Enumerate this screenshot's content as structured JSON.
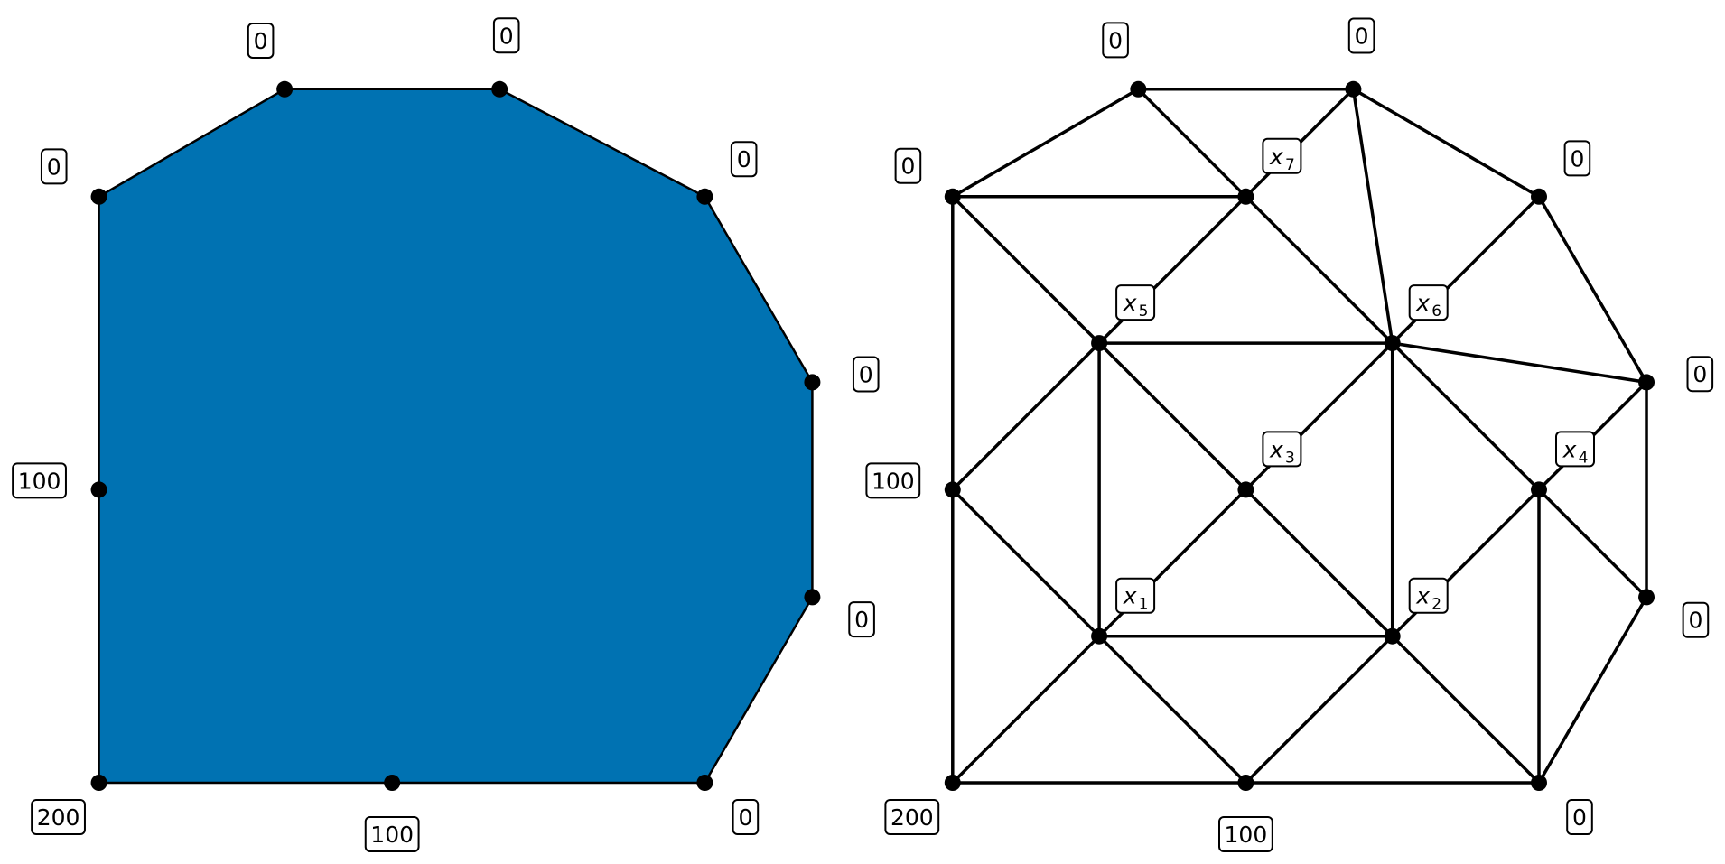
{
  "colors": {
    "fill": "#0072b2",
    "stroke": "#000000",
    "label_bg": "#ffffff"
  },
  "left_panel": {
    "polygon_vertices": [
      [
        0,
        0
      ],
      [
        2,
        0
      ],
      [
        4,
        0
      ],
      [
        5.1,
        1.9
      ],
      [
        5.1,
        4.1
      ],
      [
        4,
        6
      ],
      [
        1.9,
        7.1
      ],
      [
        -0.3,
        7.1
      ],
      [
        -2.2,
        6
      ],
      [
        -2.2,
        3
      ],
      [
        -2.2,
        0
      ]
    ],
    "boundary_points": [
      {
        "pos": [
          -2.2,
          0
        ],
        "label": "200"
      },
      {
        "pos": [
          0.8,
          0
        ],
        "label": "100"
      },
      {
        "pos": [
          4,
          0
        ],
        "label": "0"
      },
      {
        "pos": [
          5.1,
          1.9
        ],
        "label": "0"
      },
      {
        "pos": [
          5.1,
          4.1
        ],
        "label": "0"
      },
      {
        "pos": [
          4,
          6
        ],
        "label": "0"
      },
      {
        "pos": [
          1.9,
          7.1
        ],
        "label": "0"
      },
      {
        "pos": [
          -0.3,
          7.1
        ],
        "label": "0"
      },
      {
        "pos": [
          -2.2,
          6
        ],
        "label": "0"
      },
      {
        "pos": [
          -2.2,
          3
        ],
        "label": "100"
      }
    ]
  },
  "right_panel": {
    "boundary_points": [
      {
        "pos": [
          0,
          0
        ],
        "label": "200"
      },
      {
        "pos": [
          3,
          0
        ],
        "label": "100"
      },
      {
        "pos": [
          6,
          0
        ],
        "label": "0"
      },
      {
        "pos": [
          7.1,
          1.9
        ],
        "label": "0"
      },
      {
        "pos": [
          7.1,
          4.1
        ],
        "label": "0"
      },
      {
        "pos": [
          6,
          6
        ],
        "label": "0"
      },
      {
        "pos": [
          4.1,
          7.1
        ],
        "label": "0"
      },
      {
        "pos": [
          1.9,
          7.1
        ],
        "label": "0"
      },
      {
        "pos": [
          0,
          6
        ],
        "label": "0"
      },
      {
        "pos": [
          0,
          3
        ],
        "label": "100"
      }
    ],
    "interior_points": [
      {
        "pos": [
          1.5,
          1.5
        ],
        "label": "x",
        "sub": "1"
      },
      {
        "pos": [
          4.5,
          1.5
        ],
        "label": "x",
        "sub": "2"
      },
      {
        "pos": [
          3,
          3
        ],
        "label": "x",
        "sub": "3"
      },
      {
        "pos": [
          6,
          3
        ],
        "label": "x",
        "sub": "4"
      },
      {
        "pos": [
          1.5,
          4.5
        ],
        "label": "x",
        "sub": "5"
      },
      {
        "pos": [
          4.5,
          4.5
        ],
        "label": "x",
        "sub": "6"
      },
      {
        "pos": [
          3,
          6
        ],
        "label": "x",
        "sub": "7"
      }
    ],
    "edges": [
      [
        [
          0,
          0
        ],
        [
          3,
          0
        ]
      ],
      [
        [
          3,
          0
        ],
        [
          6,
          0
        ]
      ],
      [
        [
          6,
          0
        ],
        [
          7.1,
          1.9
        ]
      ],
      [
        [
          7.1,
          1.9
        ],
        [
          7.1,
          4.1
        ]
      ],
      [
        [
          7.1,
          4.1
        ],
        [
          6,
          6
        ]
      ],
      [
        [
          6,
          6
        ],
        [
          4.1,
          7.1
        ]
      ],
      [
        [
          4.1,
          7.1
        ],
        [
          1.9,
          7.1
        ]
      ],
      [
        [
          1.9,
          7.1
        ],
        [
          0,
          6
        ]
      ],
      [
        [
          0,
          6
        ],
        [
          0,
          3
        ]
      ],
      [
        [
          0,
          3
        ],
        [
          0,
          0
        ]
      ],
      [
        [
          0,
          0
        ],
        [
          1.5,
          1.5
        ]
      ],
      [
        [
          0,
          3
        ],
        [
          1.5,
          1.5
        ]
      ],
      [
        [
          3,
          0
        ],
        [
          1.5,
          1.5
        ]
      ],
      [
        [
          1.5,
          1.5
        ],
        [
          3,
          3
        ]
      ],
      [
        [
          1.5,
          1.5
        ],
        [
          4.5,
          1.5
        ]
      ],
      [
        [
          1.5,
          1.5
        ],
        [
          1.5,
          4.5
        ]
      ],
      [
        [
          3,
          0
        ],
        [
          4.5,
          1.5
        ]
      ],
      [
        [
          6,
          0
        ],
        [
          4.5,
          1.5
        ]
      ],
      [
        [
          4.5,
          1.5
        ],
        [
          6,
          3
        ]
      ],
      [
        [
          4.5,
          1.5
        ],
        [
          3,
          3
        ]
      ],
      [
        [
          4.5,
          1.5
        ],
        [
          4.5,
          4.5
        ]
      ],
      [
        [
          6,
          0
        ],
        [
          6,
          3
        ]
      ],
      [
        [
          6,
          3
        ],
        [
          7.1,
          1.9
        ]
      ],
      [
        [
          6,
          3
        ],
        [
          7.1,
          4.1
        ]
      ],
      [
        [
          6,
          3
        ],
        [
          4.5,
          4.5
        ]
      ],
      [
        [
          0,
          3
        ],
        [
          1.5,
          4.5
        ]
      ],
      [
        [
          3,
          3
        ],
        [
          1.5,
          4.5
        ]
      ],
      [
        [
          3,
          3
        ],
        [
          4.5,
          4.5
        ]
      ],
      [
        [
          1.5,
          4.5
        ],
        [
          4.5,
          4.5
        ]
      ],
      [
        [
          1.5,
          4.5
        ],
        [
          0,
          6
        ]
      ],
      [
        [
          1.5,
          4.5
        ],
        [
          3,
          6
        ]
      ],
      [
        [
          4.5,
          4.5
        ],
        [
          7.1,
          4.1
        ]
      ],
      [
        [
          4.5,
          4.5
        ],
        [
          6,
          6
        ]
      ],
      [
        [
          4.5,
          4.5
        ],
        [
          3,
          6
        ]
      ],
      [
        [
          4.5,
          4.5
        ],
        [
          4.1,
          7.1
        ]
      ],
      [
        [
          0,
          6
        ],
        [
          3,
          6
        ]
      ],
      [
        [
          3,
          6
        ],
        [
          1.9,
          7.1
        ]
      ],
      [
        [
          3,
          6
        ],
        [
          4.1,
          7.1
        ]
      ]
    ]
  }
}
